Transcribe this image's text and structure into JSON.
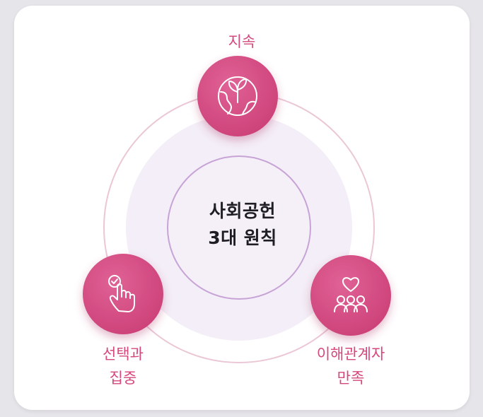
{
  "center": {
    "line1": "사회공헌",
    "line2": "3대 원칙"
  },
  "nodes": [
    {
      "id": "top",
      "lines": [
        "지속"
      ],
      "icon": "globe-sprout-icon"
    },
    {
      "id": "left",
      "lines": [
        "선택과",
        "집중"
      ],
      "icon": "hand-pointer-check-icon"
    },
    {
      "id": "right",
      "lines": [
        "이해관계자",
        "만족"
      ],
      "icon": "people-heart-icon"
    }
  ],
  "colors": {
    "accent": "#d4487c",
    "node_fill": "#d9548a",
    "ring_outer": "#ebc7d6",
    "center_ring": "#c7a3d6",
    "center_fill": "#f3eef7",
    "text_dark": "#1e1e24"
  }
}
